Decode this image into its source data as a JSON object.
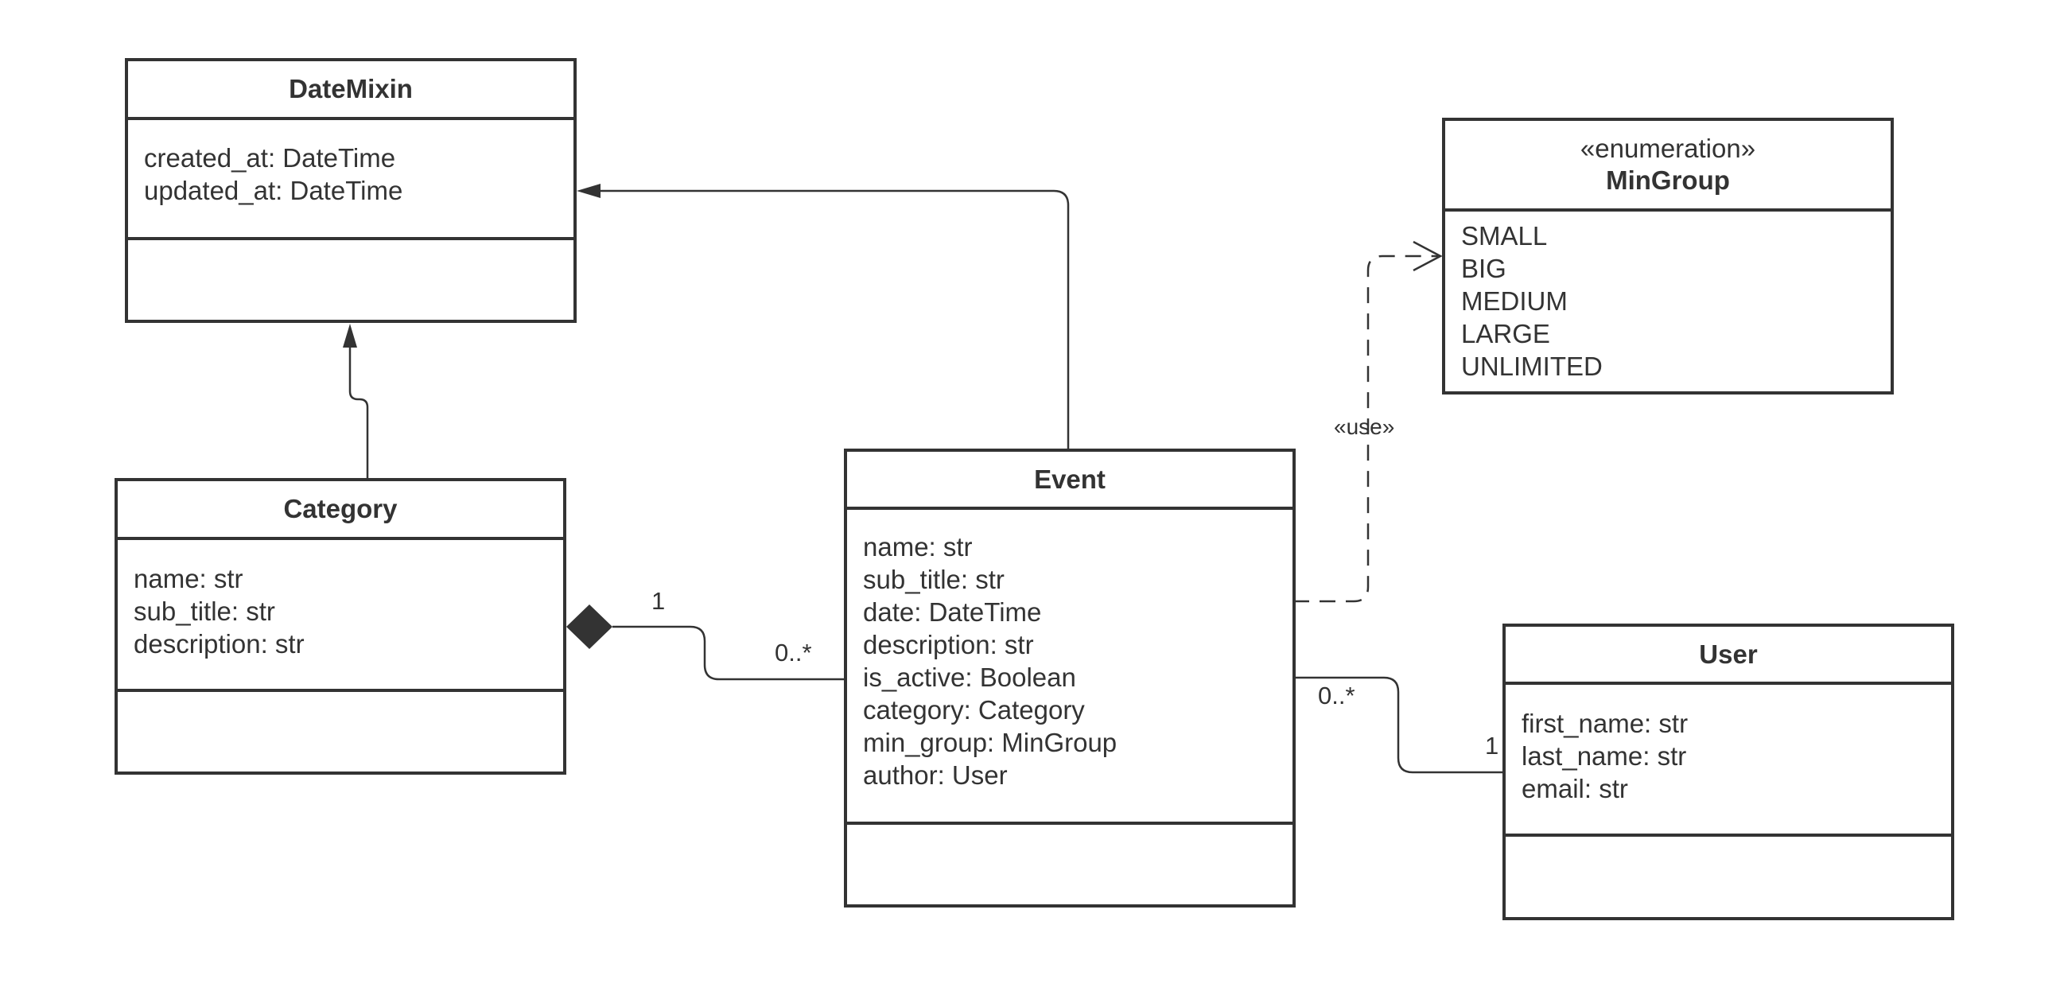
{
  "classes": {
    "datemixin": {
      "name": "DateMixin",
      "attributes": [
        "created_at: DateTime",
        "updated_at: DateTime"
      ]
    },
    "mingroup": {
      "stereotype": "«enumeration»",
      "name": "MinGroup",
      "literals": [
        "SMALL",
        "BIG",
        "MEDIUM",
        "LARGE",
        "UNLIMITED"
      ]
    },
    "category": {
      "name": "Category",
      "attributes": [
        "name: str",
        "sub_title: str",
        "description: str"
      ]
    },
    "event": {
      "name": "Event",
      "attributes": [
        "name: str",
        "sub_title: str",
        "date: DateTime",
        "description: str",
        "is_active: Boolean",
        "category: Category",
        "min_group: MinGroup",
        "author: User"
      ]
    },
    "user": {
      "name": "User",
      "attributes": [
        "first_name: str",
        "last_name: str",
        "email: str"
      ]
    }
  },
  "relations": {
    "category_event": {
      "type": "composition",
      "source_multiplicity": "1",
      "target_multiplicity": "0..*"
    },
    "event_user": {
      "type": "association",
      "source_multiplicity": "0..*",
      "target_multiplicity": "1"
    },
    "event_mingroup": {
      "type": "dependency",
      "label": "«use»"
    },
    "event_datemixin": {
      "type": "generalization"
    },
    "category_datemixin": {
      "type": "generalization"
    }
  },
  "colors": {
    "line": "#333333",
    "text": "#333333",
    "background": "#ffffff"
  }
}
